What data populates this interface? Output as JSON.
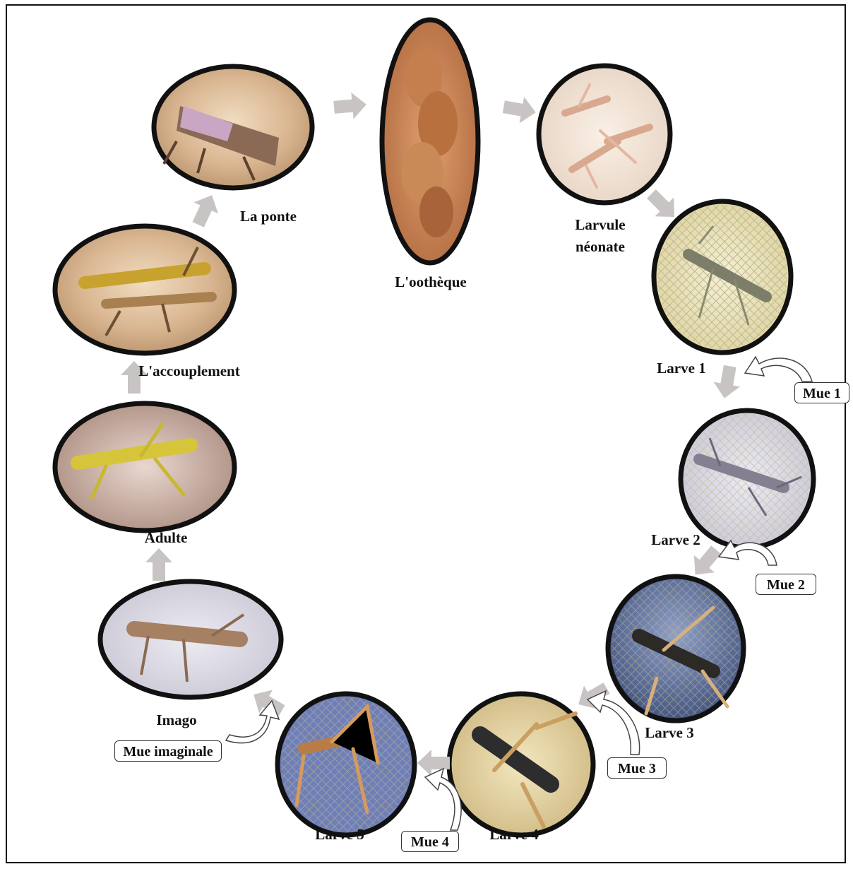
{
  "stages": {
    "ponte": "La ponte",
    "ootheque": "L'oothèque",
    "neonate": "Larvule néonate",
    "larve1": "Larve 1",
    "larve2": "Larve 2",
    "larve3": "Larve 3",
    "larve4": "Larve 4",
    "larve5": "Larve 5",
    "imago": "Imago",
    "adulte": "Adulte",
    "accouplement": "L'accouplement"
  },
  "molts": {
    "mue1": "Mue 1",
    "mue2": "Mue 2",
    "mue3": "Mue 3",
    "mue4": "Mue 4",
    "imaginale": "Mue imaginale"
  }
}
